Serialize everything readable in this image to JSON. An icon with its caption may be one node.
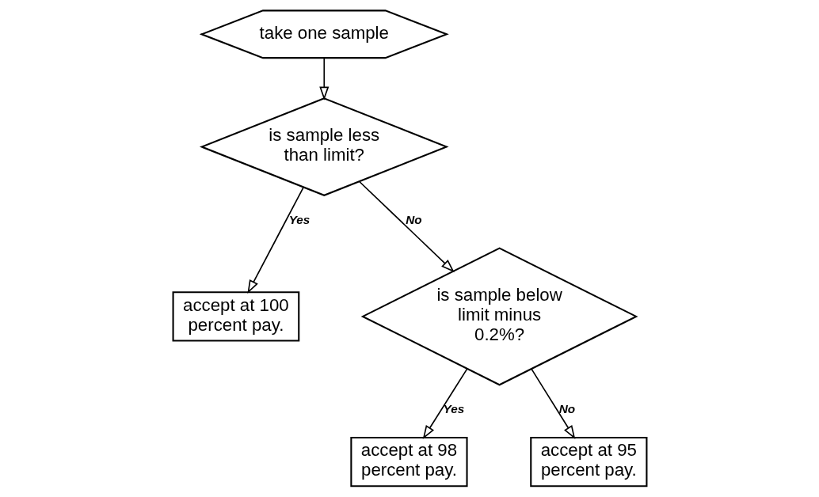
{
  "diagram": {
    "nodes": [
      {
        "text": [
          "take one sample"
        ]
      },
      {
        "text": [
          "is sample less than limit?"
        ]
      },
      {
        "text": [
          "accept at 100 percent pay."
        ]
      },
      {
        "text": [
          "is sample below limit minus 0.2%?"
        ]
      },
      {
        "text": [
          "accept at 98 percent pay."
        ]
      },
      {
        "text": [
          "accept at 95 percent pay."
        ]
      }
    ],
    "edges": [
      {
        "from": 0,
        "to": 1,
        "arrow": "to"
      },
      {
        "from": 1,
        "to": 2,
        "arrow": "to",
        "label": "Yes"
      },
      {
        "from": 1,
        "to": 3,
        "arrow": "to",
        "label": "No"
      },
      {
        "from": 3,
        "to": 4,
        "arrow": "to",
        "label": "Yes"
      },
      {
        "from": 3,
        "to": 5,
        "arrow": "to",
        "label": "No"
      }
    ]
  }
}
